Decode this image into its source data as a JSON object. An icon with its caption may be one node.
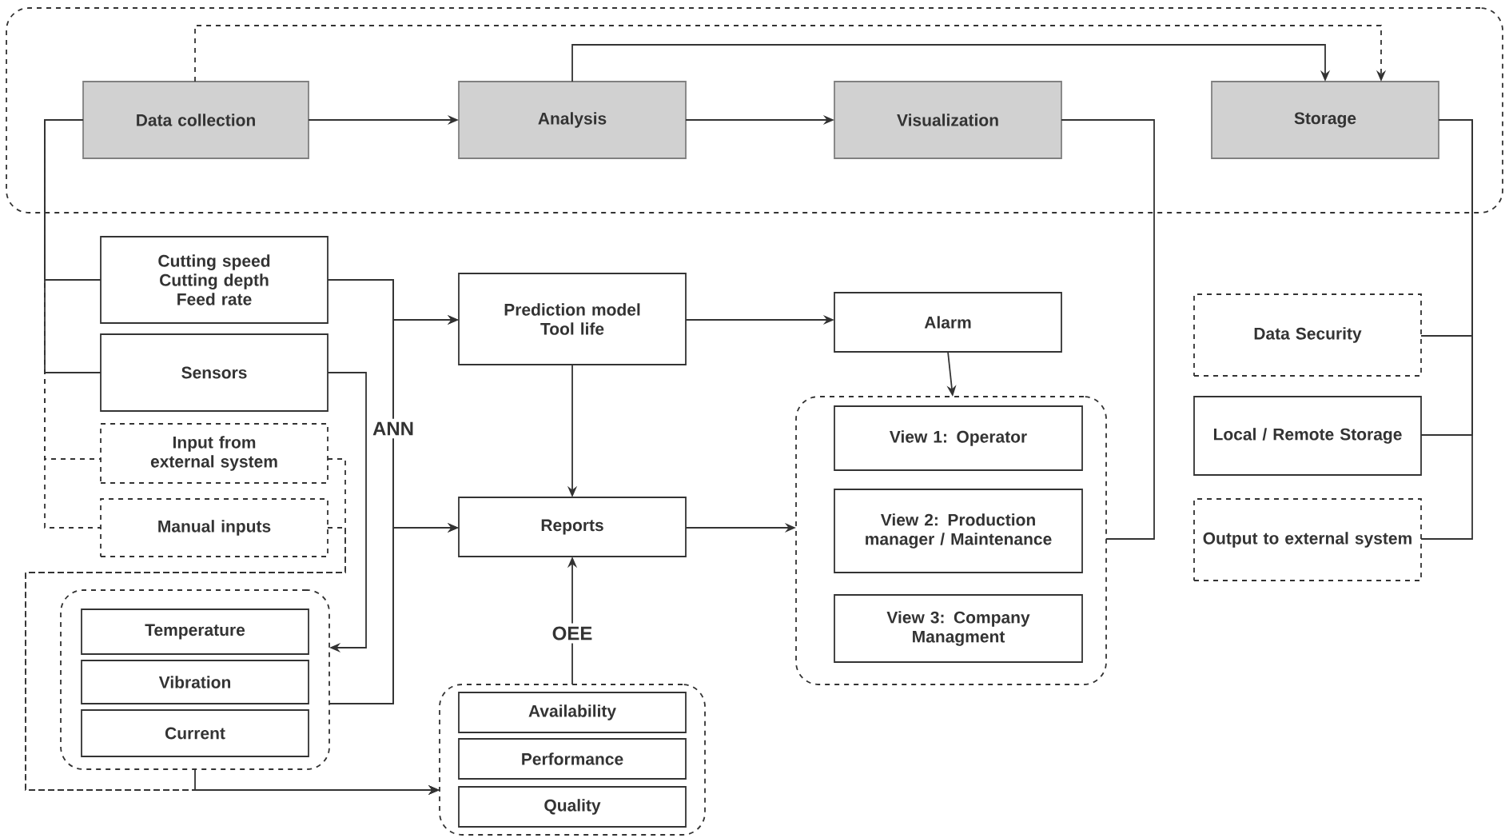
{
  "diagram": {
    "nodes": [
      {
        "text": [],
        "shape": "box"
      },
      {
        "text": [
          "Data collection"
        ],
        "in": 0
      },
      {
        "text": [
          "Analysis"
        ],
        "in": 0
      },
      {
        "text": [
          "Visualization"
        ],
        "in": 0
      },
      {
        "text": [
          "Storage"
        ],
        "in": 0
      },
      {
        "text": [
          "Cutting speed",
          "Cutting depth",
          "Feed rate"
        ]
      },
      {
        "text": [
          "Sensors"
        ]
      },
      {
        "text": [
          "Input from external system"
        ]
      },
      {
        "text": [
          "Manual inputs"
        ]
      },
      {
        "text": [
          "Prediction model",
          "Tool life"
        ]
      },
      {
        "text": [
          "Alarm"
        ]
      },
      {
        "text": [
          "Reports"
        ]
      },
      {
        "text": [],
        "shape": "box"
      },
      {
        "text": [
          "View 1: Operator"
        ],
        "in": 12
      },
      {
        "text": [
          "View 2: Production manager / Maintenance"
        ],
        "in": 12
      },
      {
        "text": [
          "View 3: Company Managment"
        ],
        "in": 12
      },
      {
        "text": [
          "Data Security"
        ]
      },
      {
        "text": [
          "Local / Remote Storage"
        ]
      },
      {
        "text": [
          "Output to external system"
        ]
      },
      {
        "text": [],
        "shape": "box"
      },
      {
        "text": [
          "Temperature"
        ],
        "in": 19
      },
      {
        "text": [
          "Vibration"
        ],
        "in": 19
      },
      {
        "text": [
          "Current"
        ],
        "in": 19
      },
      {
        "text": [],
        "shape": "box"
      },
      {
        "text": [
          "Availability"
        ],
        "in": 23
      },
      {
        "text": [
          "Performance"
        ],
        "in": 23
      },
      {
        "text": [
          "Quality"
        ],
        "in": 23
      }
    ],
    "edges": [
      {
        "from": 1,
        "to": 2,
        "arrow": "to"
      },
      {
        "from": 2,
        "to": 3,
        "arrow": "to"
      },
      {
        "from": 2,
        "to": 4,
        "arrow": "to"
      },
      {
        "from": 1,
        "to": 4,
        "arrow": "to",
        "style": "dashed"
      },
      {
        "from": 3,
        "to": 12,
        "arrow": "none"
      },
      {
        "from": 4,
        "to": 16,
        "arrow": "none"
      },
      {
        "from": 4,
        "to": 17,
        "arrow": "none"
      },
      {
        "from": 4,
        "to": 18,
        "arrow": "none"
      },
      {
        "from": 1,
        "to": 5,
        "arrow": "none"
      },
      {
        "from": 1,
        "to": 6,
        "arrow": "none"
      },
      {
        "from": 1,
        "to": 7,
        "arrow": "none",
        "style": "dashed"
      },
      {
        "from": 1,
        "to": 8,
        "arrow": "none",
        "style": "dashed"
      },
      {
        "from": 5,
        "to": 9,
        "arrow": "to"
      },
      {
        "from": 5,
        "to": 11,
        "arrow": "to",
        "label": "ANN"
      },
      {
        "from": 19,
        "to": 9,
        "arrow": "to"
      },
      {
        "from": 19,
        "to": 11,
        "arrow": "to"
      },
      {
        "from": 6,
        "to": 19,
        "arrow": "to"
      },
      {
        "from": 7,
        "to": 23,
        "arrow": "to",
        "style": "dashed"
      },
      {
        "from": 8,
        "to": 23,
        "arrow": "to",
        "style": "dashed"
      },
      {
        "from": 19,
        "to": 23,
        "arrow": "to"
      },
      {
        "from": 9,
        "to": 10,
        "arrow": "to"
      },
      {
        "from": 9,
        "to": 11,
        "arrow": "to"
      },
      {
        "from": 10,
        "to": 12,
        "arrow": "to"
      },
      {
        "from": 11,
        "to": 12,
        "arrow": "to"
      },
      {
        "from": 23,
        "to": 11,
        "arrow": "to",
        "label": "OEE"
      }
    ]
  }
}
